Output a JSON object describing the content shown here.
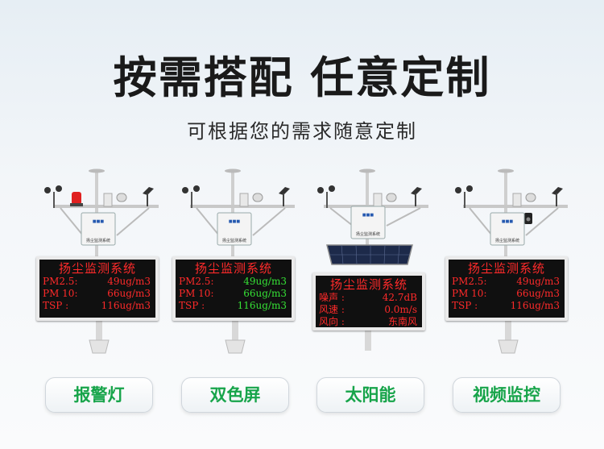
{
  "headline": "按需搭配 任意定制",
  "subline": "可根据您的需求随意定制",
  "cabinet_label": "扬尘监测系统",
  "units": [
    {
      "screen_title": "扬尘监测系统",
      "rows": [
        {
          "k": "PM2.5:",
          "v": "49ug/m3"
        },
        {
          "k": "PM 10:",
          "v": "66ug/m3"
        },
        {
          "k": "TSP  :",
          "v": "116ug/m3"
        }
      ],
      "option": "报警灯"
    },
    {
      "screen_title": "扬尘监测系统",
      "rows": [
        {
          "k": "PM2.5:",
          "v": "49ug/m3"
        },
        {
          "k": "PM 10:",
          "v": "66ug/m3"
        },
        {
          "k": "TSP  :",
          "v": "116ug/m3"
        }
      ],
      "option": "双色屏"
    },
    {
      "screen_title": "扬尘监测系统",
      "rows": [
        {
          "k": "噪声 :",
          "v": "42.7dB"
        },
        {
          "k": "风速 :",
          "v": "0.0m/s"
        },
        {
          "k": "风向 :",
          "v": "东南风"
        }
      ],
      "option": "太阳能"
    },
    {
      "screen_title": "扬尘监测系统",
      "rows": [
        {
          "k": "PM2.5:",
          "v": "49ug/m3"
        },
        {
          "k": "PM 10:",
          "v": "66ug/m3"
        },
        {
          "k": "TSP  :",
          "v": "116ug/m3"
        }
      ],
      "option": "视频监控"
    }
  ],
  "colors": {
    "led_red": "#ff2a2a",
    "led_green": "#35e035",
    "accent_green": "#17a44a"
  }
}
